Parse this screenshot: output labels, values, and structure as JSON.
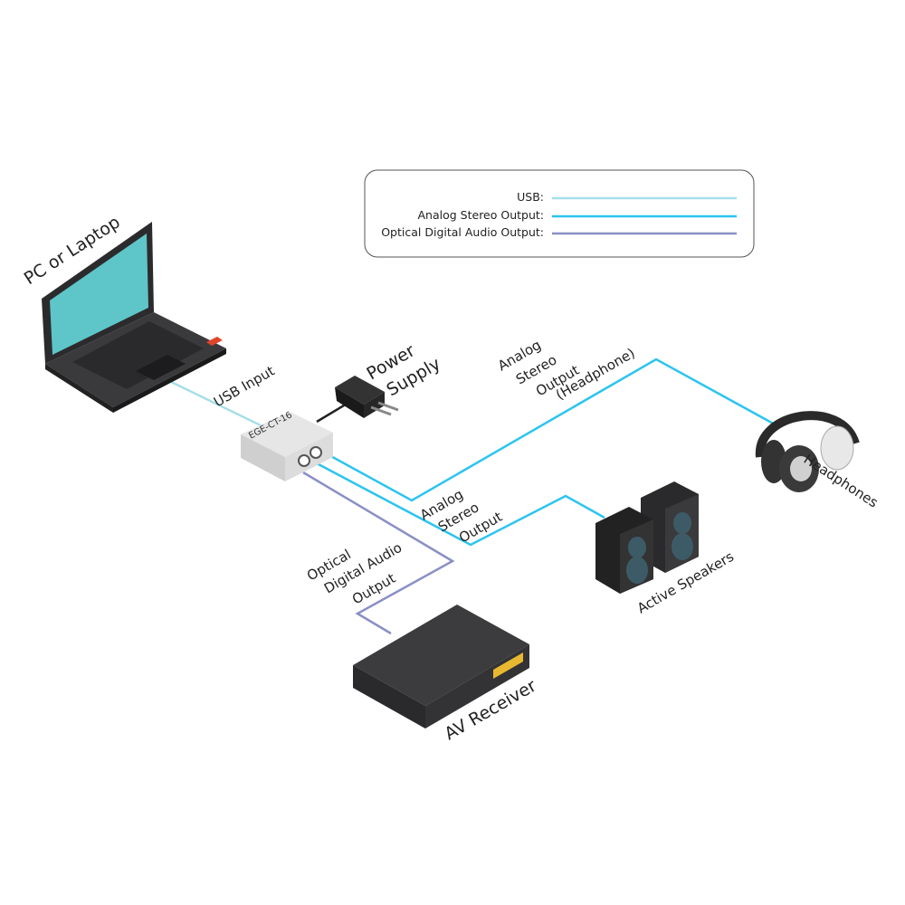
{
  "legend": {
    "items": [
      {
        "label": "USB:",
        "color": "#a6dfe8"
      },
      {
        "label": "Analog Stereo Output:",
        "color": "#2cc4f0"
      },
      {
        "label": "Optical Digital Audio Output:",
        "color": "#8a8fc6"
      }
    ]
  },
  "devices": {
    "laptop": "PC or Laptop",
    "converter_model": "EGE-CT-16",
    "power": [
      "Power",
      "Supply"
    ],
    "headphones": "Headphones",
    "speakers": "Active Speakers",
    "receiver": "AV Receiver"
  },
  "connections": {
    "usb": "USB Input",
    "headphone_out": [
      "Analog",
      "Stereo",
      "Output",
      "(Headphone)"
    ],
    "analog_out": [
      "Analog",
      "Stereo",
      "Output"
    ],
    "optical_out": [
      "Optical",
      "Digital Audio",
      "Output"
    ]
  }
}
